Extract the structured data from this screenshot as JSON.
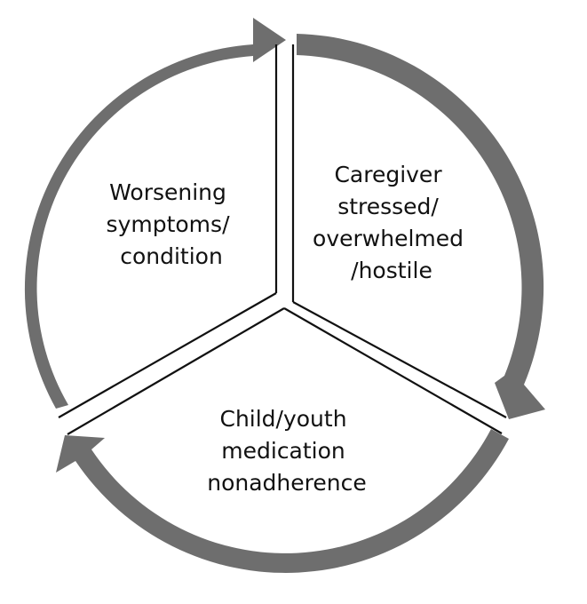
{
  "diagram": {
    "stages": [
      {
        "id": "worsening",
        "lines": [
          "Worsening",
          "symptoms/",
          "condition"
        ]
      },
      {
        "id": "caregiver",
        "lines": [
          "Caregiver",
          "stressed/",
          "overwhelmed",
          "/hostile"
        ]
      },
      {
        "id": "nonadherence",
        "lines": [
          "Child/youth",
          "medication",
          "nonadherence"
        ]
      }
    ],
    "colors": {
      "arrow": "#6e6e6e",
      "divider": "#111111",
      "text": "#111111",
      "background": "#ffffff"
    }
  }
}
